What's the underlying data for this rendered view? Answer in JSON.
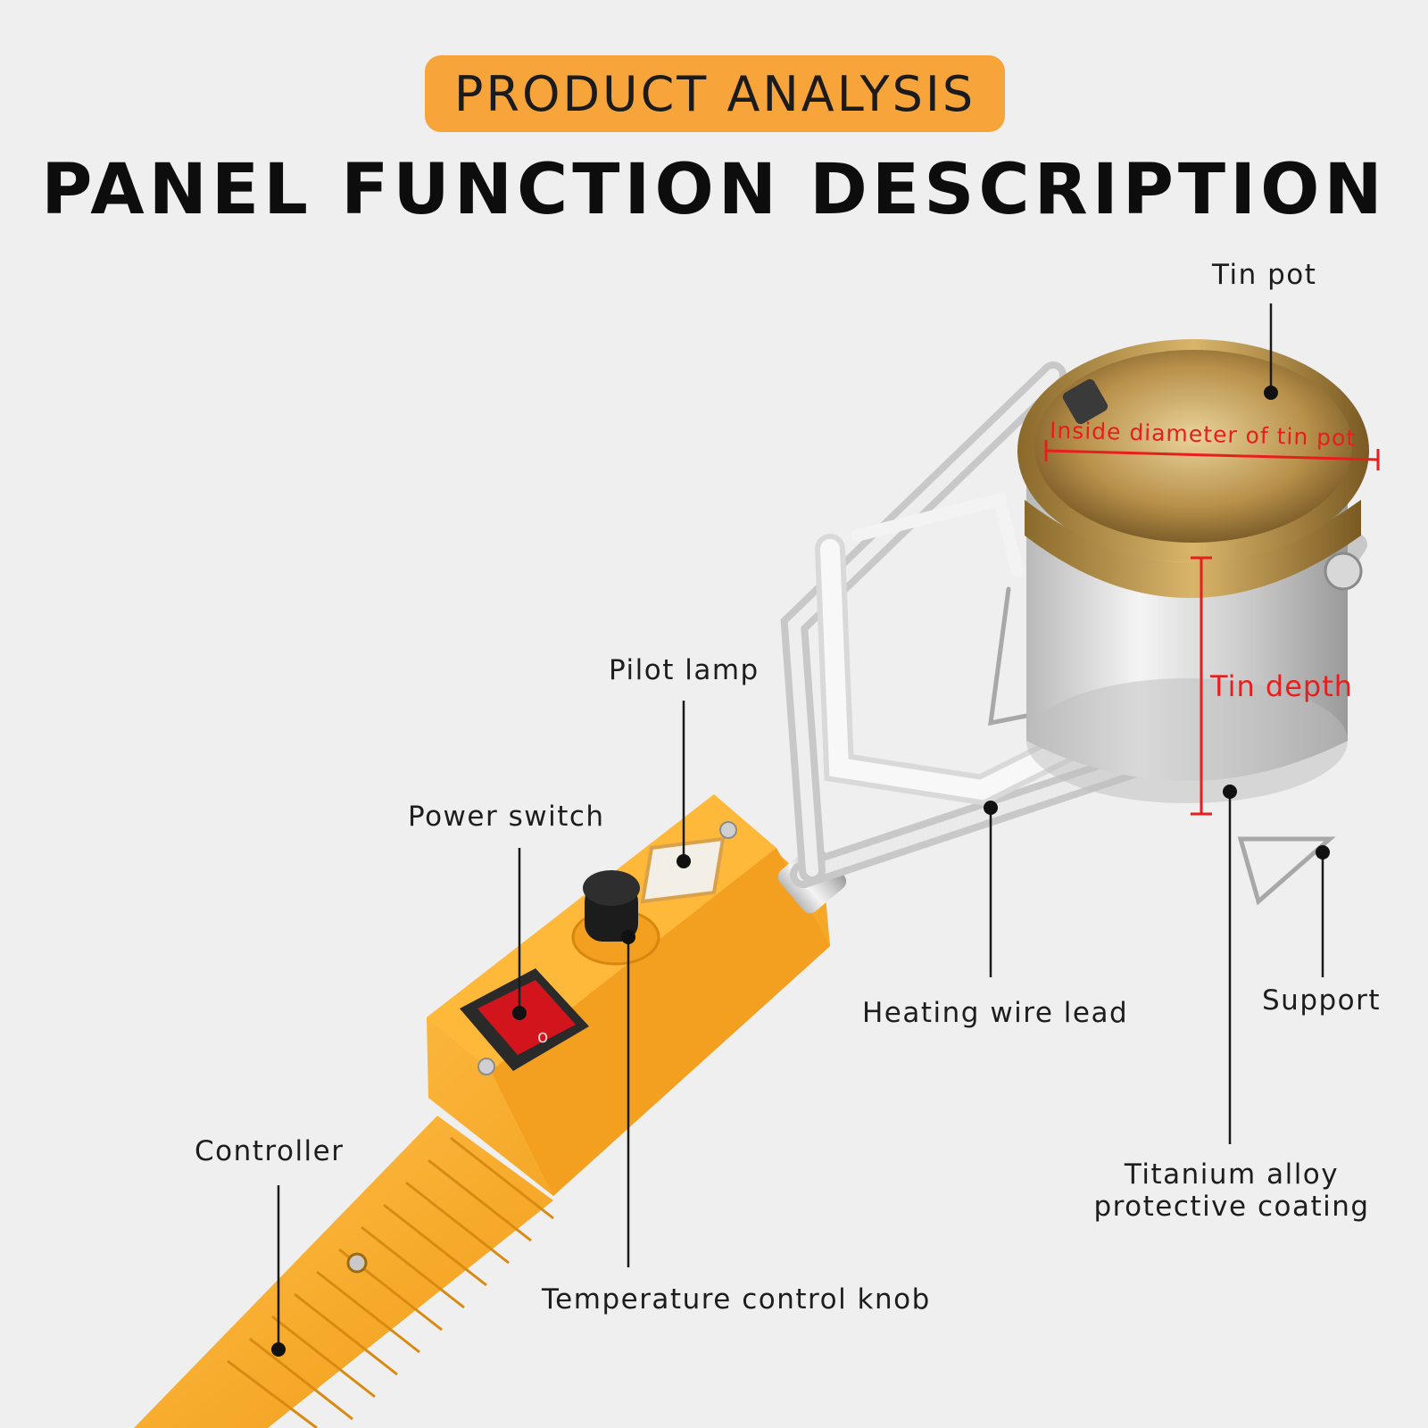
{
  "header": {
    "badge": "PRODUCT ANALYSIS",
    "title": "PANEL FUNCTION DESCRIPTION"
  },
  "labels": {
    "tin_pot": "Tin pot",
    "pilot_lamp": "Pilot lamp",
    "power_switch": "Power switch",
    "heating_wire_lead": "Heating wire lead",
    "support": "Support",
    "titanium_line1": "Titanium alloy",
    "titanium_line2": "protective coating",
    "controller": "Controller",
    "temperature_knob": "Temperature control knob"
  },
  "dimensions": {
    "inside_diameter": "Inside diameter of tin pot",
    "tin_depth": "Tin depth"
  },
  "colors": {
    "background": "#efefef",
    "badge": "#f7a43a",
    "handle_orange": "#f6a623",
    "pot_gold": "#b58a3c",
    "dimension_red": "#e81e1e"
  }
}
